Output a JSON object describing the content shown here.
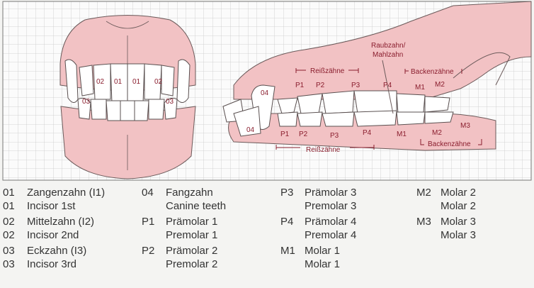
{
  "front": {
    "labels": [
      "02",
      "01",
      "01",
      "02",
      "03",
      "03"
    ]
  },
  "side": {
    "upper_labels": [
      "04",
      "P1",
      "P2",
      "P3",
      "P4",
      "M1",
      "M2"
    ],
    "lower_labels": [
      "04",
      "P1",
      "P2",
      "P3",
      "P4",
      "M1",
      "M2",
      "M3"
    ],
    "upper_group_reiss": "Reißzähne",
    "upper_group_backen": "Backenzähne",
    "raubzahn_line1": "Raubzahn/",
    "raubzahn_line2": "Mahlzahn",
    "lower_group_reiss": "Reißzähne",
    "lower_group_backen": "Backenzähne"
  },
  "legend": [
    {
      "code": "01",
      "name": "Zangenzahn (I1)",
      "translation": "Incisor 1st",
      "code2": "01"
    },
    {
      "code": "02",
      "name": "Mittelzahn (I2)",
      "translation": "Incisor 2nd",
      "code2": "02"
    },
    {
      "code": "03",
      "name": "Eckzahn (I3)",
      "translation": "Incisor 3rd",
      "code2": "03"
    },
    {
      "code": "04",
      "name": "Fangzahn",
      "translation": "Canine teeth"
    },
    {
      "code": "P1",
      "name": "Prämolar 1",
      "translation": "Premolar 1"
    },
    {
      "code": "P2",
      "name": "Prämolar 2",
      "translation": "Premolar 2"
    },
    {
      "code": "P3",
      "name": "Prämolar 3",
      "translation": "Premolar 3"
    },
    {
      "code": "P4",
      "name": "Prämolar 4",
      "translation": "Premolar 4"
    },
    {
      "code": "M1",
      "name": "Molar 1",
      "translation": "Molar 1"
    },
    {
      "code": "M2",
      "name": "Molar 2",
      "translation": "Molar 2"
    },
    {
      "code": "M3",
      "name": "Molar 3",
      "translation": "Molar 3"
    }
  ],
  "colors": {
    "gum": "#f2c2c4",
    "outline": "#6b5a5a",
    "grid": "#c9c9c9",
    "label": "#8a1e2e"
  }
}
